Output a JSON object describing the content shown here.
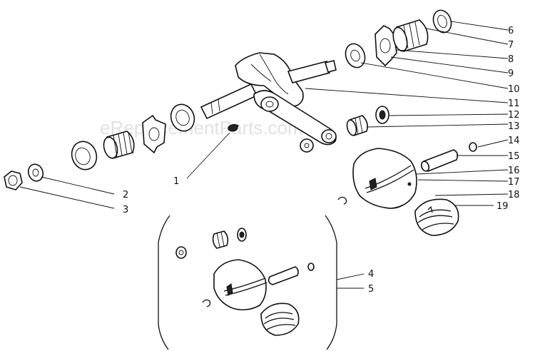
{
  "watermark": "eReplacementParts.com",
  "callouts": [
    "1",
    "2",
    "3",
    "4",
    "5",
    "6",
    "7",
    "8",
    "9",
    "10",
    "11",
    "12",
    "13",
    "14",
    "15",
    "16",
    "17",
    "18",
    "19"
  ]
}
